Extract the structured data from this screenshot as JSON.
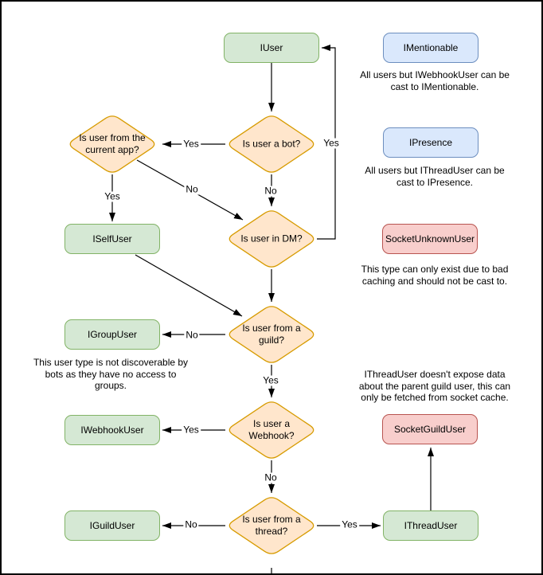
{
  "colors": {
    "background": "#ffffff",
    "frame": "#000000",
    "line": "#000000",
    "text": "#000000",
    "green-fill": "#d5e8d4",
    "green-stroke": "#82b366",
    "orange-fill": "#ffe6cc",
    "orange-stroke": "#d79b00",
    "blue-fill": "#dae8fc",
    "blue-stroke": "#6c8ebf",
    "red-fill": "#f8cecc",
    "red-stroke": "#b85450"
  },
  "nodes": {
    "iuser": "IUser",
    "imentionable": "IMentionable",
    "ipresence": "IPresence",
    "iselfuser": "ISelfUser",
    "socketunknownuser": "SocketUnknownUser",
    "igroupuser": "IGroupUser",
    "iwebhookuser": "IWebhookUser",
    "socketguilduser": "SocketGuildUser",
    "iguilduser": "IGuildUser",
    "ithreaduser": "IThreadUser"
  },
  "decisions": {
    "current_app": {
      "lines": [
        "Is user from the",
        "current app?"
      ]
    },
    "bot": {
      "lines": [
        "Is user a bot?"
      ]
    },
    "dm": {
      "lines": [
        "Is user in DM?"
      ]
    },
    "guild": {
      "lines": [
        "Is user from a",
        "guild?"
      ]
    },
    "webhook": {
      "lines": [
        "Is user a",
        "Webhook?"
      ]
    },
    "thread": {
      "lines": [
        "Is user from a",
        "thread?"
      ]
    }
  },
  "edge_labels": {
    "bot_to_app": "Yes",
    "app_to_selfuser": "Yes",
    "app_to_dm": "No",
    "bot_to_dm": "No",
    "dm_to_iuser": "Yes",
    "guild_to_groupuser": "No",
    "guild_to_webhook": "Yes",
    "webhook_to_webhookuser": "Yes",
    "webhook_to_thread": "No",
    "thread_to_guilduser": "No",
    "thread_to_threaduser": "Yes"
  },
  "annotations": {
    "mentionable": {
      "lines": [
        "All users but IWebhookUser can be",
        "cast to IMentionable."
      ]
    },
    "presence": {
      "lines": [
        "All users but IThreadUser can be",
        "cast to IPresence."
      ]
    },
    "unknown": {
      "lines": [
        "This type can only exist due to bad",
        "caching and should not be cast to."
      ]
    },
    "group": {
      "lines": [
        "This user type is not discoverable by",
        "bots as they have no access to",
        "groups."
      ]
    },
    "thread": {
      "lines": [
        "IThreadUser doesn't expose data",
        "about the parent guild user, this can",
        "only be fetched from socket cache."
      ]
    }
  }
}
